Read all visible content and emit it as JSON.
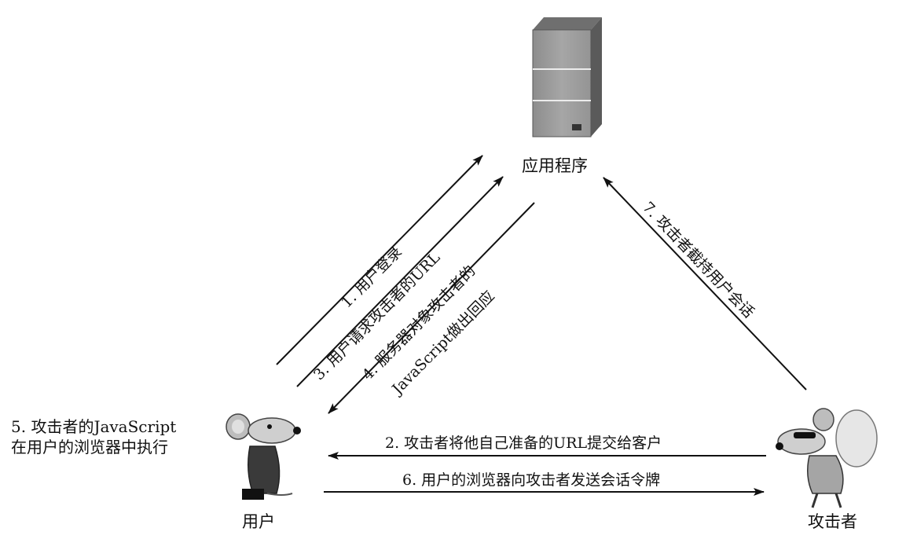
{
  "nodes": {
    "server": {
      "label": "应用程序",
      "icon": "server-icon"
    },
    "user": {
      "label": "用户",
      "icon": "mouse-user-icon"
    },
    "attacker": {
      "label": "攻击者",
      "icon": "mouse-attacker-icon"
    }
  },
  "steps": {
    "s1": "1. 用户登录",
    "s2": "2. 攻击者将他自己准备的URL提交给客户",
    "s3": "3. 用户请求攻击者的URL",
    "s4_line1": "4. 服务器对象攻击者的",
    "s4_line2": "JavaScript做出回应",
    "s6": "6. 用户的浏览器向攻击者发送会话令牌",
    "s7": "7. 攻击者截持用户会话"
  },
  "note": {
    "line1": "5. 攻击者的JavaScript",
    "line2": "在用户的浏览器中执行"
  }
}
